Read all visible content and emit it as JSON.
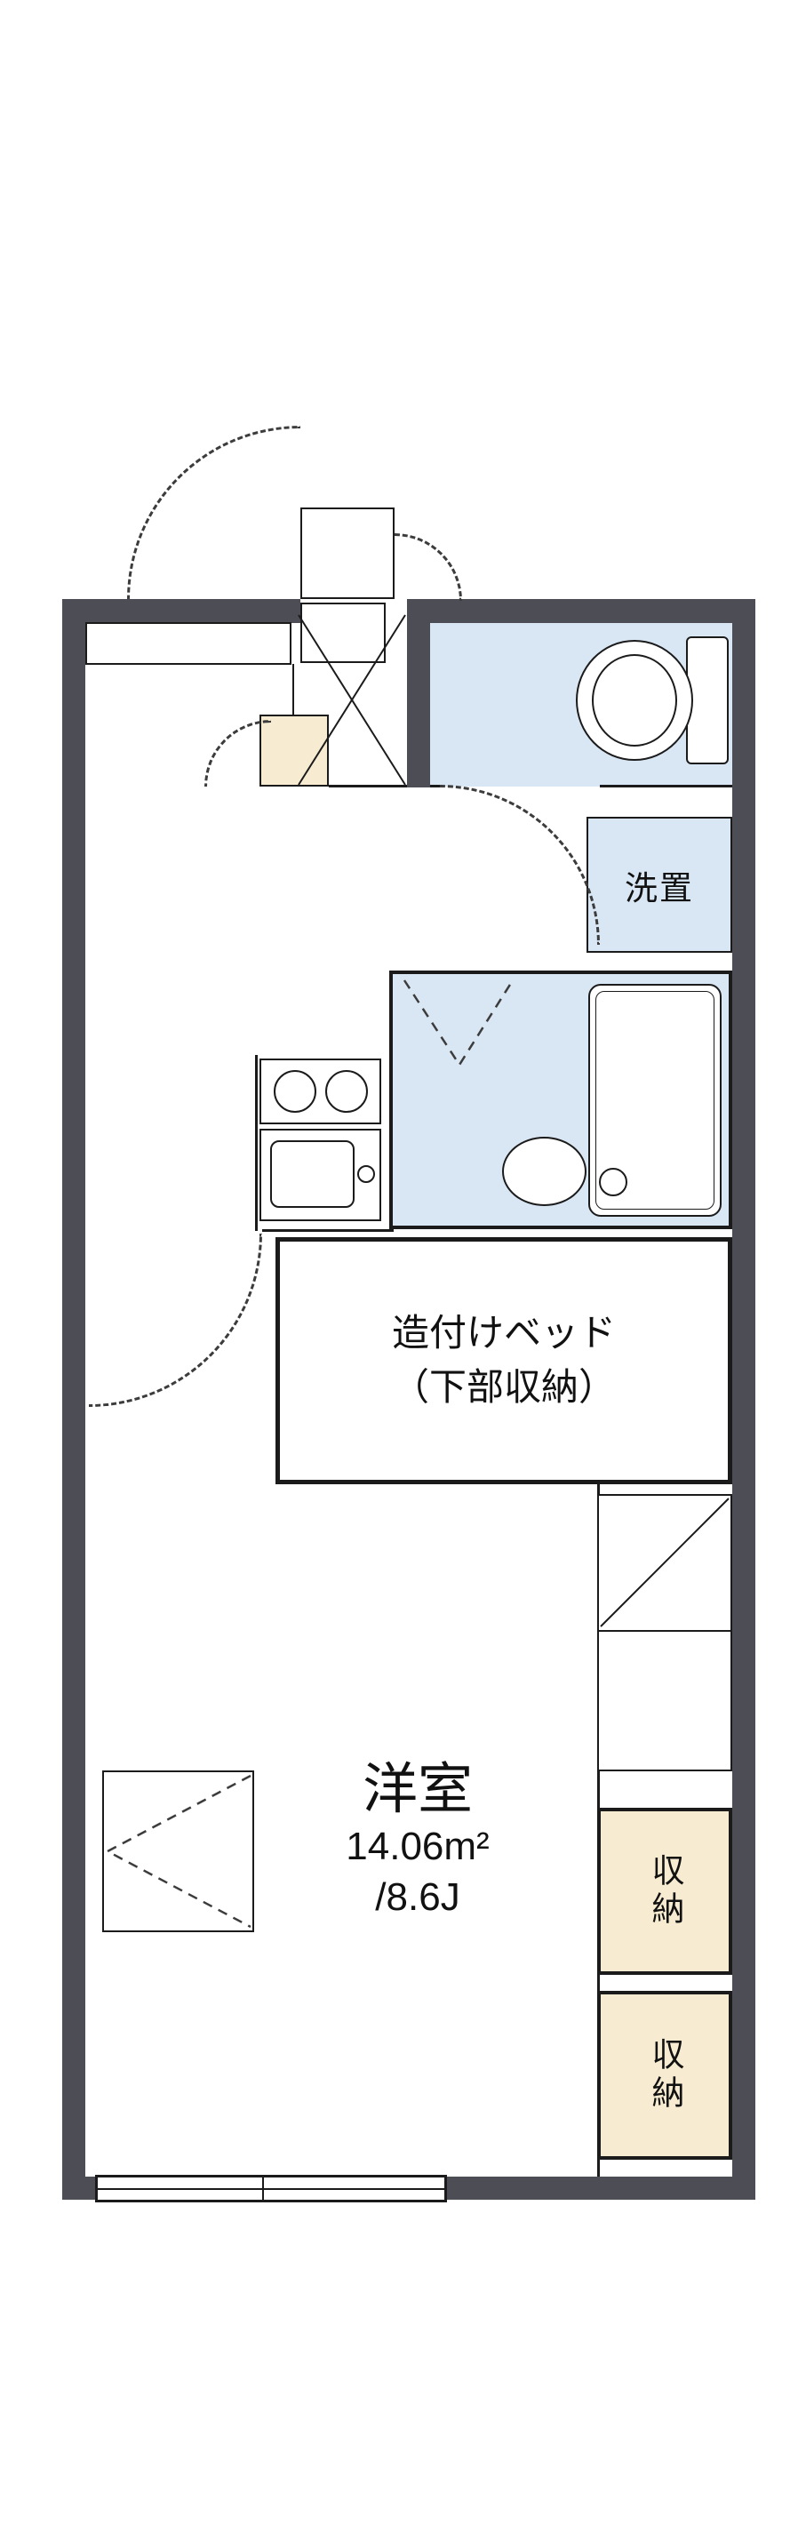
{
  "colors": {
    "wall": "#4d4d55",
    "line": "#1b1b1b",
    "wet": "#d9e7f5",
    "cream": "#f7ecd2",
    "dash": "#3c3c3c",
    "bg": "#ffffff"
  },
  "rooms": {
    "washer": {
      "label": "洗置"
    },
    "bed": {
      "line1": "造付けベッド",
      "line2": "（下部収納）"
    },
    "main": {
      "name": "洋室",
      "area_sqm": "14.06m²",
      "area_tatami": "/8.6J"
    },
    "closet_upper": {
      "label": "収納"
    },
    "closet_lower": {
      "label": "収納"
    }
  }
}
